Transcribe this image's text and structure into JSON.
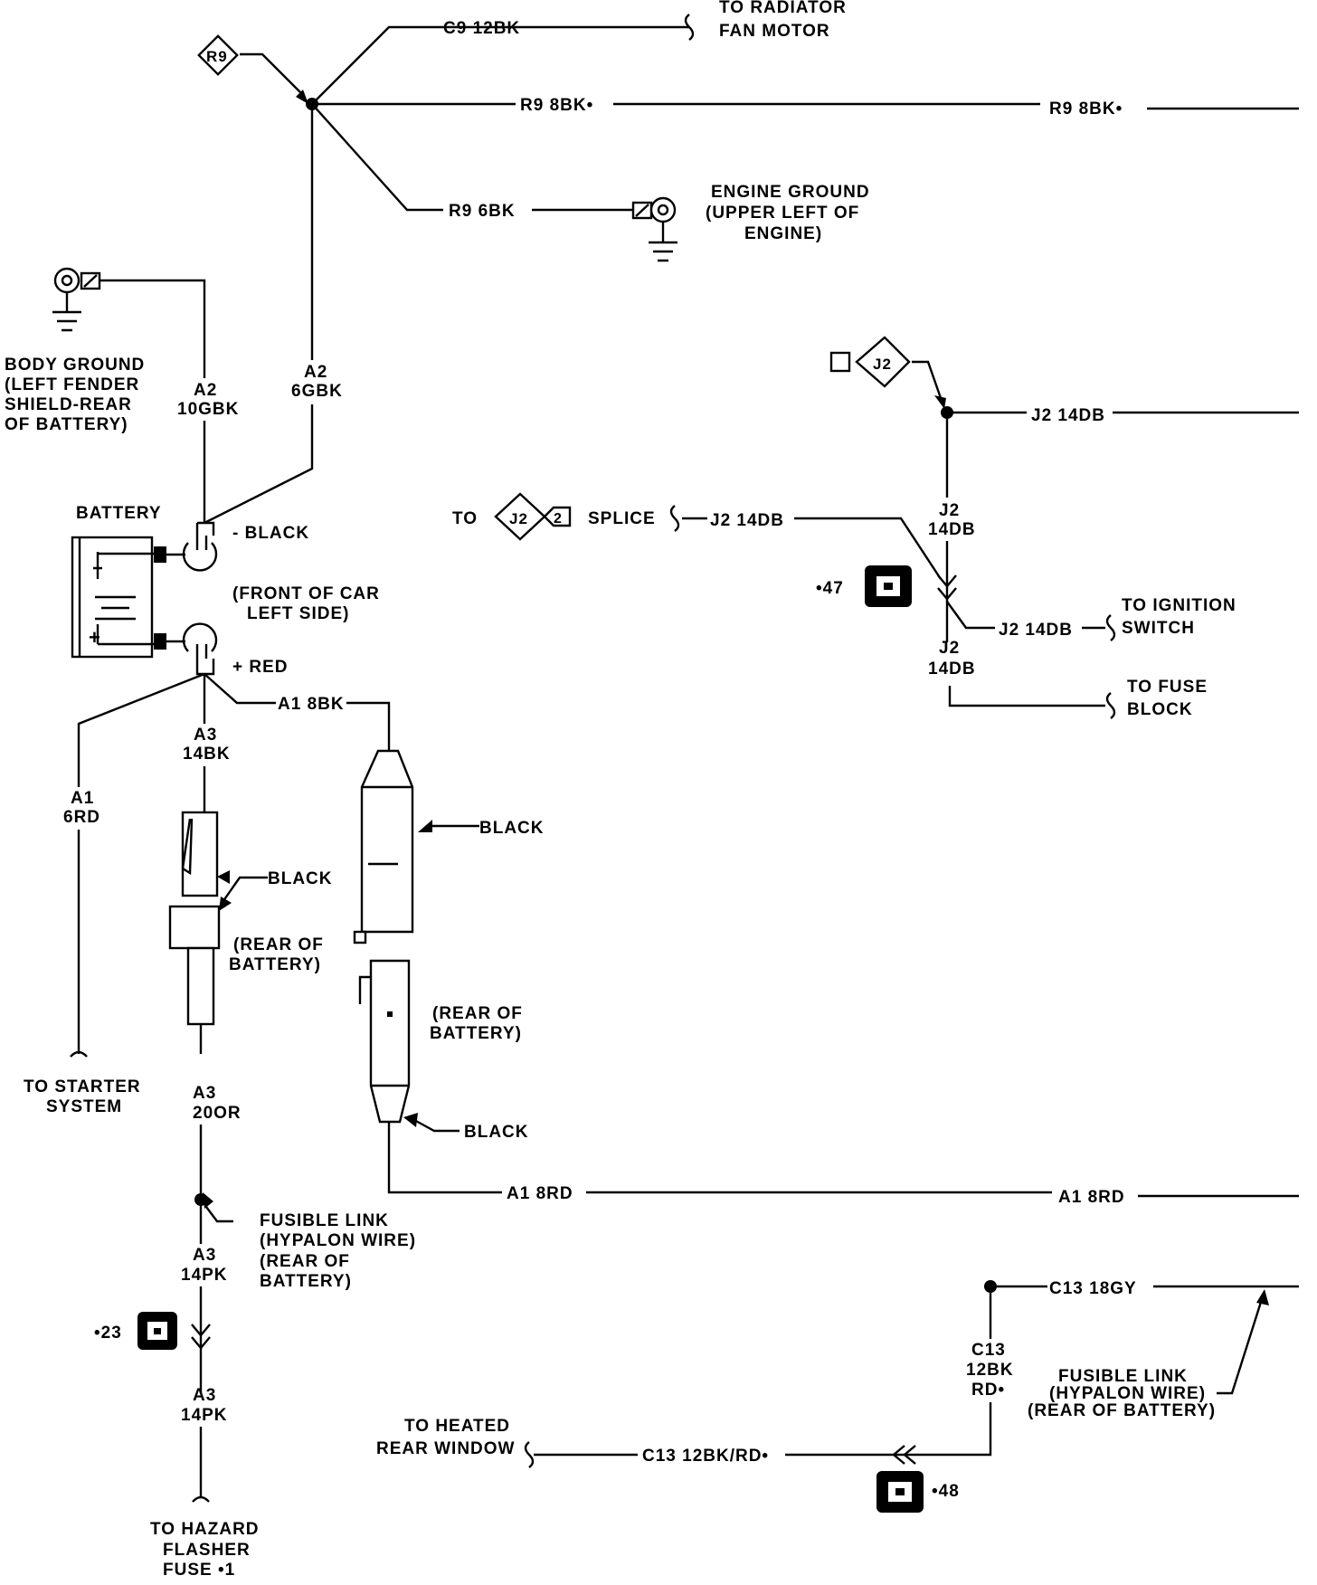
{
  "labels": {
    "c9_wire": "C9 12BK",
    "to_radiator_1": "TO RADIATOR",
    "to_radiator_2": "FAN MOTOR",
    "r9_marker": "R9",
    "r9_8bk_a": "R9 8BK•",
    "r9_8bk_b": "R9 8BK•",
    "r9_6bk": "R9 6BK",
    "engine_ground_1": "ENGINE GROUND",
    "engine_ground_2": "(UPPER LEFT OF",
    "engine_ground_3": "ENGINE)",
    "body_ground_1": "BODY GROUND",
    "body_ground_2": "(LEFT FENDER",
    "body_ground_3": "SHIELD-REAR",
    "body_ground_4": "OF BATTERY)",
    "a2_10gbk_1": "A2",
    "a2_10gbk_2": "10GBK",
    "a2_6gbk_1": "A2",
    "a2_6gbk_2": "6GBK",
    "battery": "BATTERY",
    "neg_black": "- BLACK",
    "front_of_car_1": "(FRONT OF CAR",
    "front_of_car_2": "LEFT SIDE)",
    "pos_red": "+ RED",
    "a1_8bk": "A1 8BK",
    "a3_14bk_1": "A3",
    "a3_14bk_2": "14BK",
    "a1_6rd_1": "A1",
    "a1_6rd_2": "6RD",
    "black_left": "BLACK",
    "rear_batt_left_1": "(REAR OF",
    "rear_batt_left_2": "BATTERY)",
    "black_right_top": "BLACK",
    "rear_batt_right_1": "(REAR OF",
    "rear_batt_right_2": "BATTERY)",
    "black_right_bottom": "BLACK",
    "to_starter_1": "TO STARTER",
    "to_starter_2": "SYSTEM",
    "a3_20or_1": "A3",
    "a3_20or_2": "20OR",
    "fusible_left_1": "FUSIBLE LINK",
    "fusible_left_2": "(HYPALON WIRE)",
    "fusible_left_3": "(REAR OF",
    "fusible_left_4": "BATTERY)",
    "a3_14pk_a_1": "A3",
    "a3_14pk_a_2": "14PK",
    "conn_23": "•23",
    "a3_14pk_b_1": "A3",
    "a3_14pk_b_2": "14PK",
    "to_hazard_1": "TO HAZARD",
    "to_hazard_2": "FLASHER",
    "to_hazard_3": "FUSE •1",
    "a1_8rd_a": "A1 8RD",
    "a1_8rd_b": "A1 8RD",
    "to_splice_to": "TO",
    "j2_marker_splice": "J2",
    "j2_marker_splice_num": "2",
    "splice": "SPLICE",
    "j2_14db_splice": "J2 14DB",
    "j2_marker_top": "J2",
    "j2_14db_top": "J2 14DB",
    "j2_14db_v1_1": "J2",
    "j2_14db_v1_2": "14DB",
    "conn_47": "•47",
    "j2_14db_ign": "J2 14DB",
    "to_ignition_1": "TO IGNITION",
    "to_ignition_2": "SWITCH",
    "j2_14db_v2_1": "J2",
    "j2_14db_v2_2": "14DB",
    "to_fuse_block_1": "TO FUSE",
    "to_fuse_block_2": "BLOCK",
    "c13_18gy": "C13 18GY",
    "c13_v_1": "C13",
    "c13_v_2": "12BK",
    "c13_v_3": "RD•",
    "fusible_right_1": "FUSIBLE LINK",
    "fusible_right_2": "(HYPALON WIRE)",
    "fusible_right_3": "(REAR OF BATTERY)",
    "to_heated_1": "TO HEATED",
    "to_heated_2": "REAR WINDOW",
    "c13_12bkrd": "C13 12BK/RD•",
    "conn_48": "•48"
  }
}
